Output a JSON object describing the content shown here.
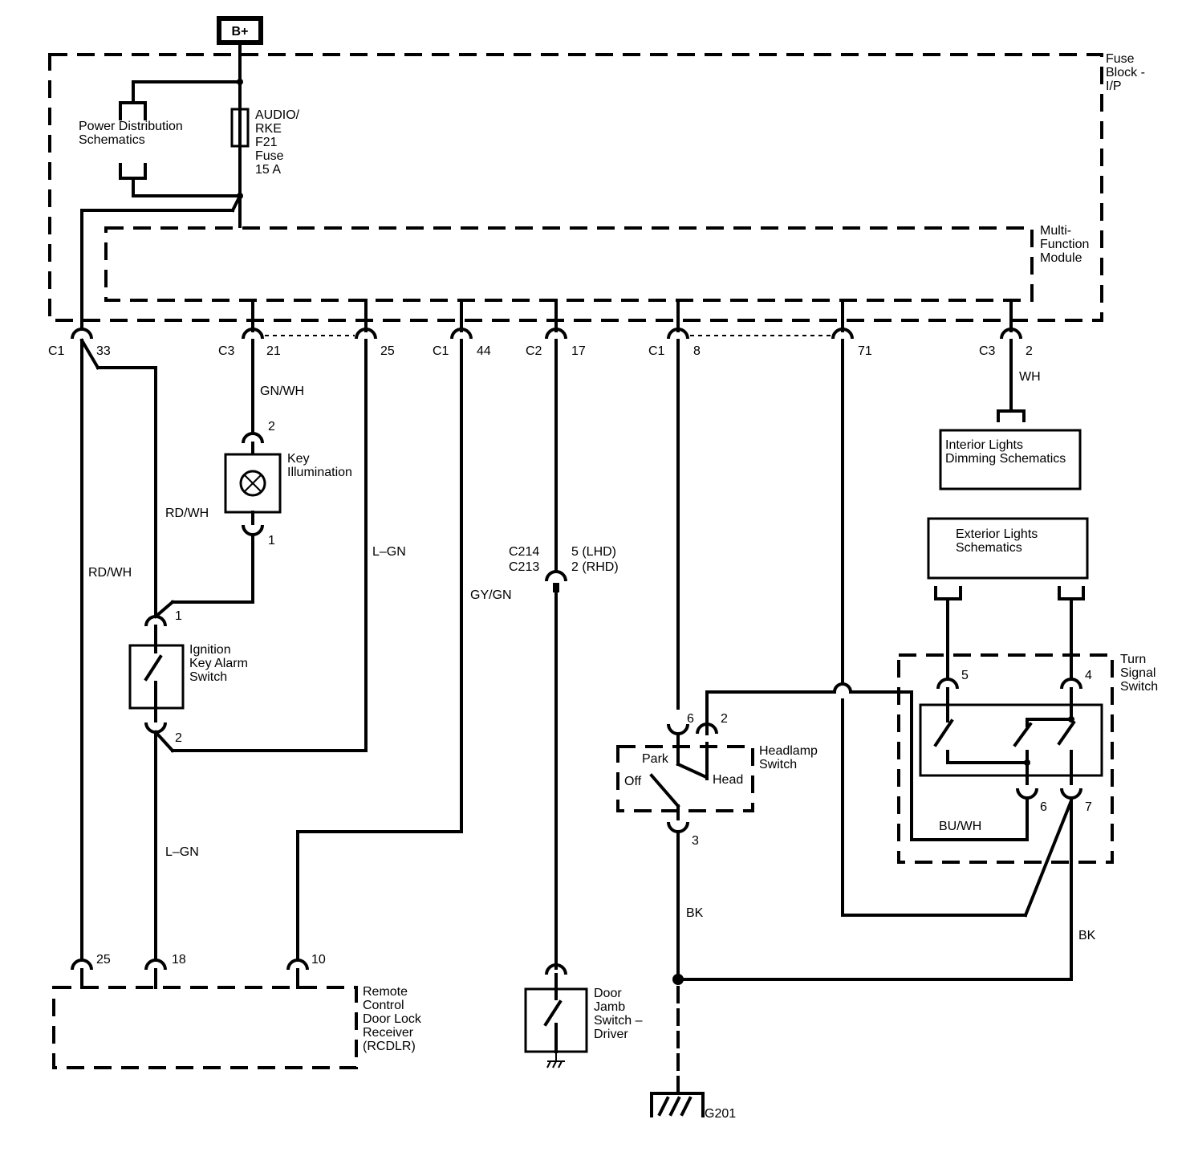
{
  "battery": "B+",
  "fuse_block": [
    "Fuse",
    "Block -",
    "I/P"
  ],
  "power_distribution": [
    "Power Distribution",
    "Schematics"
  ],
  "fuse": [
    "AUDIO/",
    "RKE",
    "F21",
    "Fuse",
    "15 A"
  ],
  "multi_function_module": [
    "Multi-",
    "Function",
    "Module"
  ],
  "connectors": {
    "c1_33": {
      "conn": "C1",
      "pin": "33"
    },
    "c3_21": {
      "conn": "C3",
      "pin": "21"
    },
    "p25": {
      "pin": "25"
    },
    "c1_44": {
      "conn": "C1",
      "pin": "44"
    },
    "c2_17": {
      "conn": "C2",
      "pin": "17"
    },
    "c1_8": {
      "conn": "C1",
      "pin": "8"
    },
    "p71": {
      "pin": "71"
    },
    "c3_2": {
      "conn": "C3",
      "pin": "2"
    }
  },
  "wires": {
    "gn_wh": "GN/WH",
    "rd_wh_1": "RD/WH",
    "rd_wh_2": "RD/WH",
    "l_gn_1": "L–GN",
    "l_gn_2": "L–GN",
    "gy_gn": "GY/GN",
    "wh": "WH",
    "bu_wh": "BU/WH",
    "bk_1": "BK",
    "bk_2": "BK"
  },
  "key_illumination": {
    "label": [
      "Key",
      "Illumination"
    ],
    "pin_top": "2",
    "pin_bottom": "1"
  },
  "ignition_switch": {
    "label": [
      "Ignition",
      "Key Alarm",
      "Switch"
    ],
    "pin_top": "1",
    "pin_bottom": "2"
  },
  "inline_connector": {
    "labels": [
      "C214",
      "C213"
    ],
    "pins": [
      "5 (LHD)",
      "2 (RHD)"
    ]
  },
  "interior_lights": [
    "Interior Lights",
    "Dimming Schematics"
  ],
  "exterior_lights": [
    "Exterior Lights",
    "Schematics"
  ],
  "turn_signal": {
    "label": [
      "Turn",
      "Signal",
      "Switch"
    ],
    "pins": {
      "p5": "5",
      "p4": "4",
      "p6": "6",
      "p7": "7"
    }
  },
  "headlamp": {
    "label": [
      "Headlamp",
      "Switch"
    ],
    "pins": {
      "p6": "6",
      "p2": "2",
      "p3": "3"
    },
    "positions": {
      "park": "Park",
      "off": "Off",
      "head": "Head"
    }
  },
  "rcdlr": {
    "label": [
      "Remote",
      "Control",
      "Door Lock",
      "Receiver",
      "(RCDLR)"
    ],
    "pins": [
      "25",
      "18",
      "10"
    ]
  },
  "door_jamb": [
    "Door",
    "Jamb",
    "Switch –",
    "Driver"
  ],
  "ground": "G201"
}
